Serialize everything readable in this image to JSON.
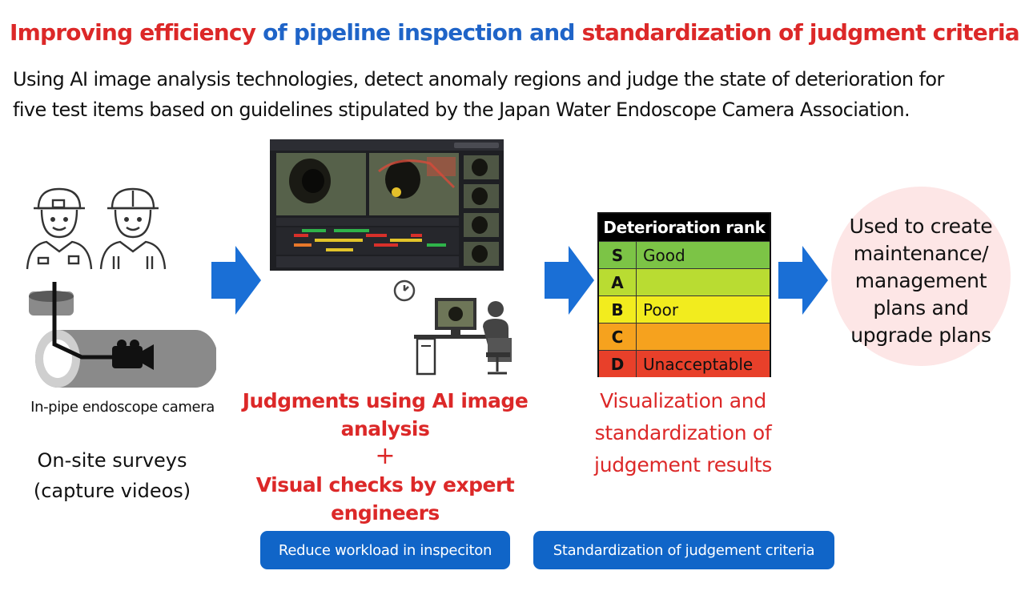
{
  "title": {
    "part1": "Improving efficiency",
    "part2": " of pipeline inspection and ",
    "part3": "standardization of judgment criteria"
  },
  "subtitle": {
    "line1": "Using AI image analysis technologies, detect anomaly regions and judge the state of deterioration for",
    "line2": "five test items based on guidelines stipulated by the Japan Water Endoscope Camera Association."
  },
  "survey": {
    "camera_caption": "In-pipe endoscope camera",
    "line1": "On-site surveys",
    "line2": "(capture videos)"
  },
  "judgment": {
    "ai_line1": "Judgments using AI image",
    "ai_line2": "analysis",
    "plus": "+",
    "visual_line1": "Visual checks by expert",
    "visual_line2": "engineers",
    "badge": "Reduce workload in inspeciton"
  },
  "rank_table": {
    "header": "Deterioration rank",
    "rows": [
      {
        "letter": "S",
        "desc": "Good",
        "color": "#7cc446"
      },
      {
        "letter": "A",
        "desc": "",
        "color": "#b9dc32"
      },
      {
        "letter": "B",
        "desc": "Poor",
        "color": "#f2ec1e"
      },
      {
        "letter": "C",
        "desc": "",
        "color": "#f6a21e"
      },
      {
        "letter": "D",
        "desc": "Unacceptable",
        "color": "#e8402a"
      }
    ]
  },
  "visualization": {
    "line1": "Visualization and",
    "line2": "standardization of",
    "line3": "judgement results",
    "badge": "Standardization of judgement criteria"
  },
  "outcome": {
    "line1": "Used to create",
    "line2": "maintenance/",
    "line3": "management",
    "line4": "plans and",
    "line5": "upgrade plans"
  },
  "colors": {
    "accent_red": "#dc2828",
    "accent_blue": "#1f64c8",
    "arrow_blue": "#1a6fd6",
    "badge_blue": "#1065c8",
    "circle_pink": "#fde6e6"
  },
  "icons": [
    "worker-icon",
    "pipe-camera-icon",
    "software-screenshot",
    "clock-icon",
    "engineer-at-desk-icon",
    "flow-arrow-icon"
  ]
}
